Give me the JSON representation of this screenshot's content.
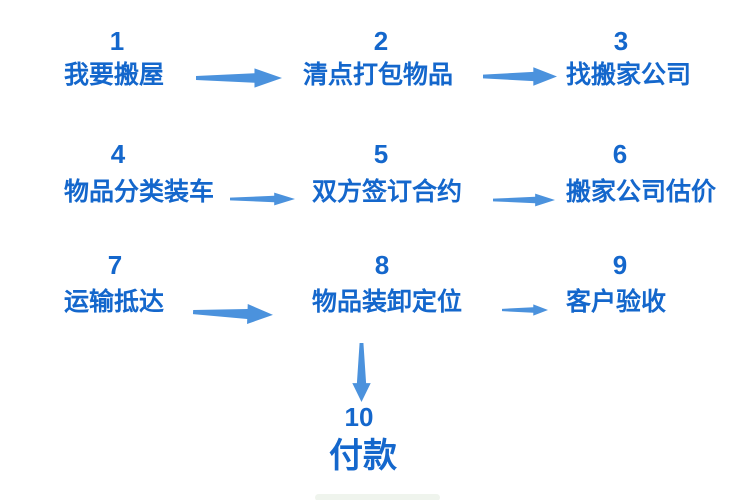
{
  "page": {
    "background": "#ffffff"
  },
  "colors": {
    "step_text": "#1467cc",
    "arrow": "#4b92dd"
  },
  "steps": [
    {
      "number": "1",
      "label": "我要搬屋"
    },
    {
      "number": "2",
      "label": "清点打包物品"
    },
    {
      "number": "3",
      "label": "找搬家公司"
    },
    {
      "number": "4",
      "label": "物品分类装车"
    },
    {
      "number": "5",
      "label": "双方签订合约"
    },
    {
      "number": "6",
      "label": "搬家公司估价"
    },
    {
      "number": "7",
      "label": "运输抵达"
    },
    {
      "number": "8",
      "label": "物品装卸定位"
    },
    {
      "number": "9",
      "label": "客户验收"
    },
    {
      "number": "10",
      "label": "付款"
    }
  ],
  "arrows": [
    {
      "from": "1",
      "to": "2",
      "direction": "right"
    },
    {
      "from": "2",
      "to": "3",
      "direction": "right"
    },
    {
      "from": "4",
      "to": "5",
      "direction": "right"
    },
    {
      "from": "5",
      "to": "6",
      "direction": "right"
    },
    {
      "from": "7",
      "to": "8",
      "direction": "right"
    },
    {
      "from": "8",
      "to": "9",
      "direction": "right"
    },
    {
      "from": "8",
      "to": "10",
      "direction": "down"
    }
  ]
}
